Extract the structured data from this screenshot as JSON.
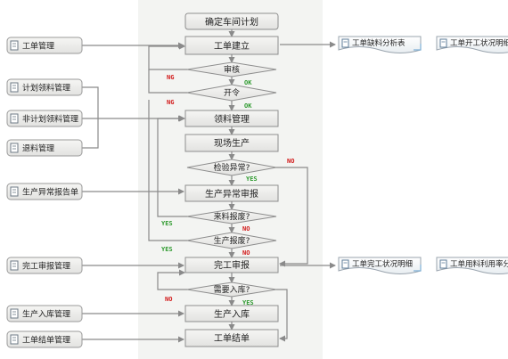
{
  "colors": {
    "center_bg": "#f3f4f2",
    "box_fill": "#ececea",
    "box_stroke": "#8e8e8e",
    "arrow": "#8a8a8a",
    "label_green": "#2e9a2e",
    "label_red": "#d21a1a",
    "doc_fill": "#f2f4f6",
    "doc_stroke": "#9aa4ae"
  },
  "flow": {
    "start": "确定车间计划",
    "steps": {
      "s1": "工单建立",
      "s2": "领料管理",
      "s3": "现场生产",
      "s4": "生产异常审报",
      "s5": "完工审报",
      "s6": "生产入库",
      "s7": "工单结单"
    },
    "decisions": {
      "d1": "审核",
      "d2": "开令",
      "d3": "检验异常?",
      "d4": "来料报废?",
      "d5": "生产报废?",
      "d6": "需要入库?"
    },
    "branch_labels": {
      "ng": "NG",
      "ok": "OK",
      "yes": "YES",
      "no": "NO"
    }
  },
  "left_modules": [
    "工单管理",
    "计划领料管理",
    "非计划领料管理",
    "退料管理",
    "生产异常报告单",
    "完工审报管理",
    "生产入库管理",
    "工单结单管理"
  ],
  "right_reports": [
    "工单缺料分析表",
    "工单开工状况明细",
    "工单完工状况明细",
    "工单用料利用率分"
  ]
}
